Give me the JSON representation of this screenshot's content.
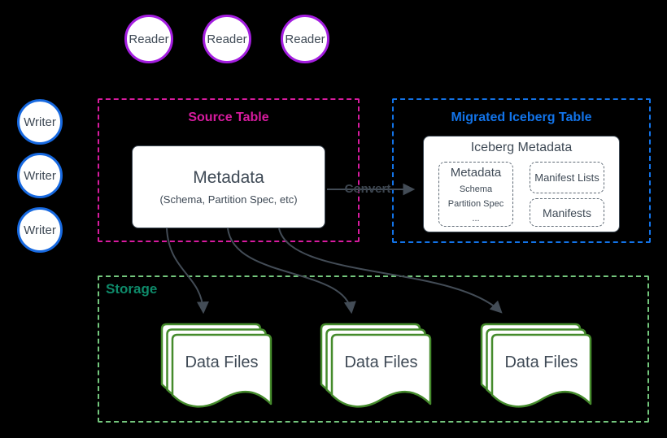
{
  "readers": {
    "labels": [
      "Reader",
      "Reader",
      "Reader"
    ]
  },
  "writers": {
    "labels": [
      "Writer",
      "Writer",
      "Writer"
    ]
  },
  "source_table": {
    "title": "Source Table",
    "metadata_box": {
      "title": "Metadata",
      "subtitle": "(Schema, Partition Spec, etc)"
    }
  },
  "convert": {
    "label": "Convert"
  },
  "migrated_table": {
    "title": "Migrated Iceberg Table",
    "iceberg_metadata": {
      "title": "Iceberg Metadata",
      "metadata_group": {
        "title": "Metadata",
        "items": [
          "Schema",
          "Partition Spec",
          "..."
        ]
      },
      "manifest_lists_label": "Manifest Lists",
      "manifests_label": "Manifests"
    }
  },
  "storage": {
    "title": "Storage",
    "data_files": [
      "Data Files",
      "Data Files",
      "Data Files"
    ]
  },
  "colors": {
    "background": "#000000",
    "reader_border": "#a41ee0",
    "writer_border": "#1769e0",
    "source_accent": "#d81b9f",
    "migrated_accent": "#1273e8",
    "storage_border": "#74c77d",
    "storage_title": "#0e8a6a",
    "document_border": "#458b2c",
    "arrow": "#434c56",
    "text_dark": "#3f4a56"
  }
}
